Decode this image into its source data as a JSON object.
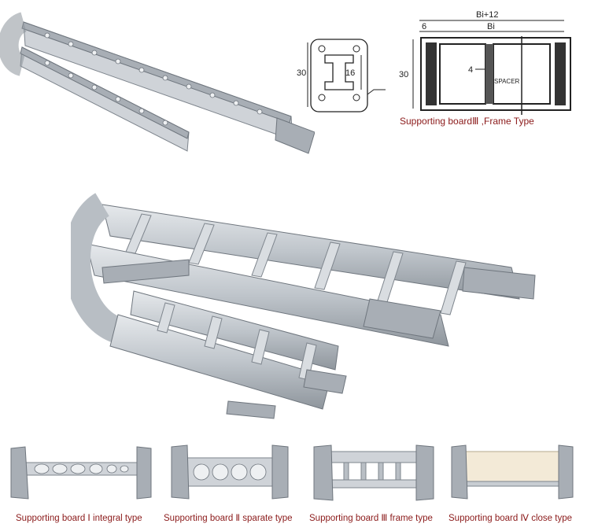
{
  "side_profile": {
    "height_label": "30",
    "inner_label": "16"
  },
  "frame_drawing": {
    "outer_width_label": "Bi+12",
    "offset_label": "6",
    "inner_width_label": "Bi",
    "height_label": "30",
    "thickness_label": "4",
    "spacer_label": "SPACER",
    "caption": "Supporting boardⅢ ,Frame Type"
  },
  "board_types": [
    {
      "caption": "Supporting board Ⅰ integral type"
    },
    {
      "caption": "Supporting board Ⅱ sparate type"
    },
    {
      "caption": "Supporting board Ⅲ frame type"
    },
    {
      "caption": "Supporting board Ⅳ close type"
    }
  ],
  "colors": {
    "caption": "#8b1a1a",
    "steel": "#cfd3d8",
    "line": "#222222"
  }
}
